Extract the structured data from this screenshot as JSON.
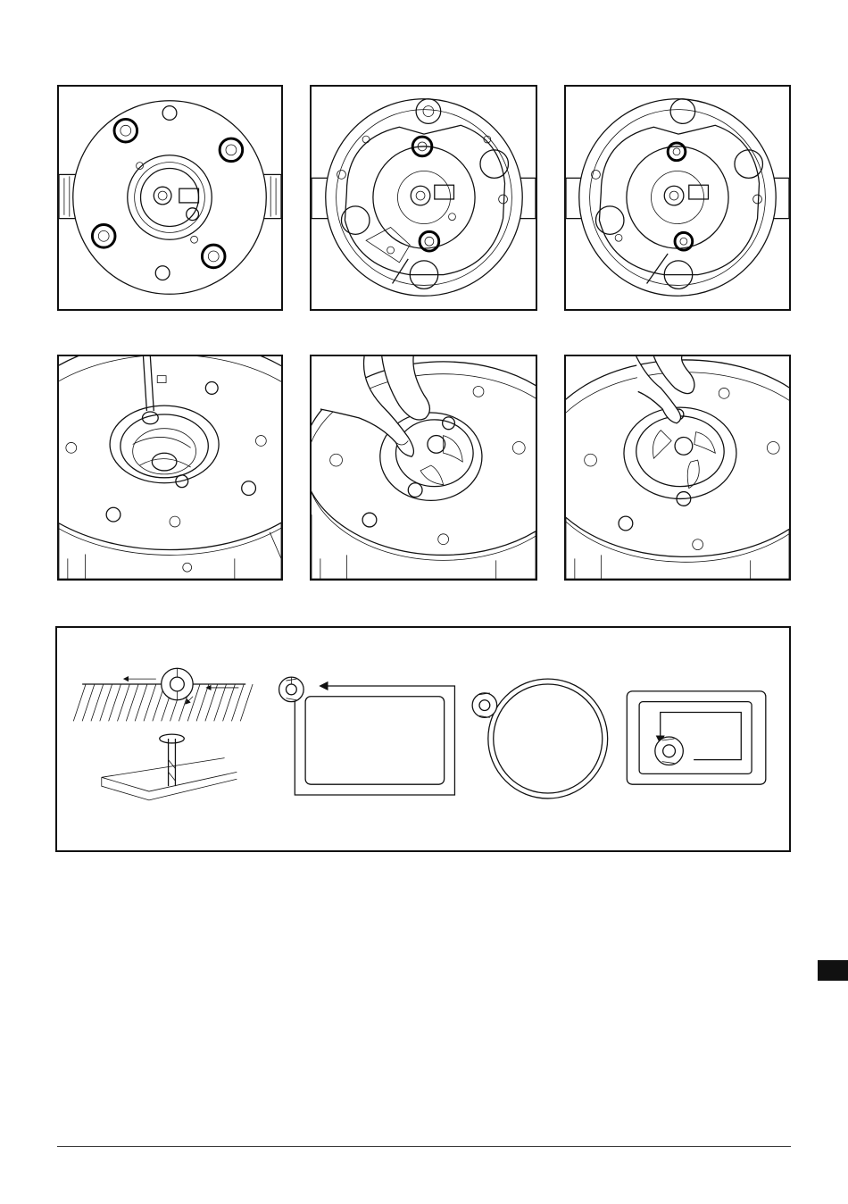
{
  "figures": [
    {
      "id": "1",
      "subject": "base-plate-screws-icon",
      "highlighted_points": 4
    },
    {
      "id": "2",
      "subject": "base-underside-screws-icon",
      "highlighted_points": 2
    },
    {
      "id": "3",
      "subject": "base-underside-adjust-icon",
      "highlighted_points": 2
    },
    {
      "id": "4",
      "subject": "collet-hex-key-icon"
    },
    {
      "id": "5",
      "subject": "hand-remove-guide-icon"
    },
    {
      "id": "6",
      "subject": "hand-install-guide-icon"
    }
  ],
  "routing_directions": [
    {
      "id": "a",
      "subject": "edge-feed-direction-icon"
    },
    {
      "id": "b",
      "subject": "outside-rect-path-icon"
    },
    {
      "id": "c",
      "subject": "circle-path-icon"
    },
    {
      "id": "d",
      "subject": "inside-rect-path-icon"
    }
  ],
  "colors": {
    "line": "#111111",
    "background": "#ffffff",
    "tab": "#111111"
  }
}
